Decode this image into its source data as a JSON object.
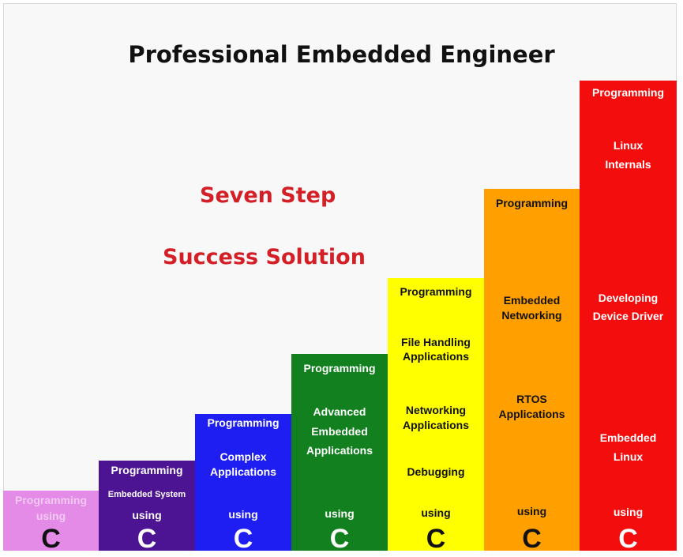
{
  "title": "Professional Embedded Engineer",
  "tagline": {
    "line1": "Seven Step",
    "line2": "Success Solution"
  },
  "colors": {
    "tagline": "#d51f26",
    "step1": "#e38be6",
    "step2": "#4c1392",
    "step3": "#1f1ef2",
    "step4": "#12801f",
    "step5": "#ffff00",
    "step6": "#ff9f00",
    "step7": "#f40d0d"
  },
  "steps": [
    {
      "texts": [
        "Programming",
        "using"
      ],
      "letter": "C"
    },
    {
      "texts": [
        "Programming",
        "Embedded System",
        "using"
      ],
      "letter": "C"
    },
    {
      "texts": [
        "Programming",
        "Complex",
        "Applications",
        "using"
      ],
      "letter": "C"
    },
    {
      "texts": [
        "Programming",
        "Advanced",
        "Embedded",
        "Applications",
        "using"
      ],
      "letter": "C"
    },
    {
      "texts": [
        "Programming",
        "File Handling",
        "Applications",
        "Networking",
        "Applications",
        "Debugging",
        "using"
      ],
      "letter": "C"
    },
    {
      "texts": [
        "Programming",
        "Embedded",
        "Networking",
        "RTOS",
        "Applications",
        "using"
      ],
      "letter": "C"
    },
    {
      "texts": [
        "Programming",
        "Linux",
        "Internals",
        "Developing",
        "Device Driver",
        "Embedded",
        "Linux",
        "using"
      ],
      "letter": "C"
    }
  ]
}
